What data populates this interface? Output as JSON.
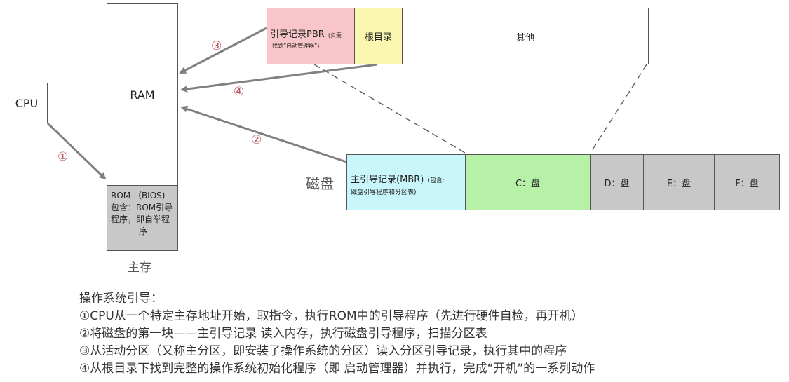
{
  "colors": {
    "pbr": "#f7c5ca",
    "root_dir": "#fbf6b0",
    "mbr": "#c9f6fb",
    "c_drive": "#b7f0a7",
    "gray_drive": "#c8c8c8",
    "rom": "#c8c8c8",
    "arrow": "#808080",
    "step_number": "#b5545c"
  },
  "cpu": {
    "label": "CPU"
  },
  "main_memory": {
    "ram_label": "RAM",
    "rom_text": [
      "ROM （BIOS)",
      "包含：ROM引导",
      "程序，即自举程",
      "序"
    ],
    "caption": "主存"
  },
  "partition": {
    "pbr_title": "引导记录PBR",
    "pbr_note_1": "(负责",
    "pbr_note_2": "找到“启动管理器”)",
    "root_dir_label": "根目录",
    "other_label": "其他"
  },
  "disk": {
    "caption": "磁盘",
    "mbr_title": "主引导记录(MBR)",
    "mbr_note_1": "(包含:",
    "mbr_note_2": "磁盘引导程序和分区表)",
    "drives": [
      "C：盘",
      "D：盘",
      "E：盘",
      "F：盘"
    ]
  },
  "step_markers": [
    "①",
    "②",
    "③",
    "④"
  ],
  "steps": {
    "title": "操作系统引导：",
    "items": [
      "①CPU从一个特定主存地址开始，取指令，执行ROM中的引导程序（先进行硬件自检，再开机）",
      "②将磁盘的第一块——主引导记录 读入内存，执行磁盘引导程序，扫描分区表",
      "③从活动分区（又称主分区，即安装了操作系统的分区）读入分区引导记录，执行其中的程序",
      "④从根目录下找到完整的操作系统初始化程序（即 启动管理器）并执行，完成“开机”的一系列动作"
    ]
  }
}
